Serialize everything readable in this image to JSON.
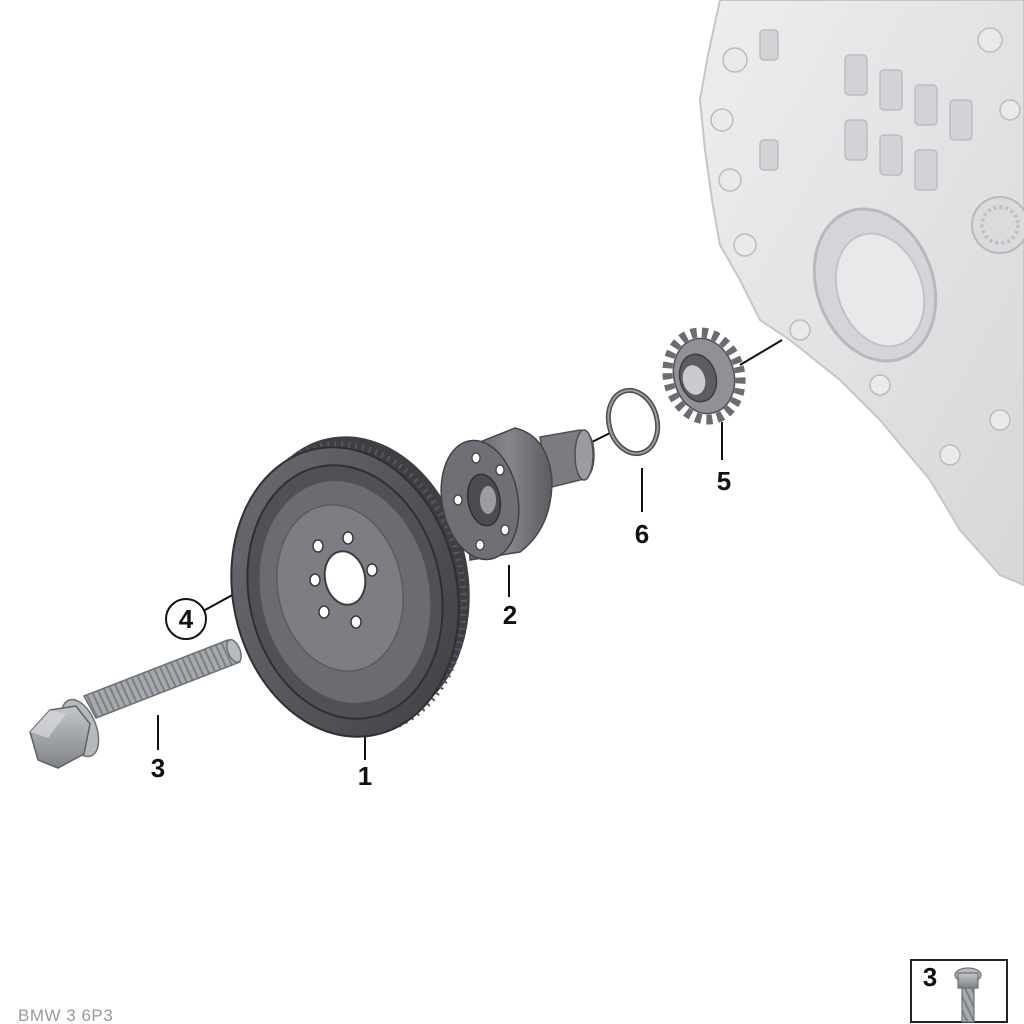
{
  "callouts": {
    "p1": "1",
    "p2": "2",
    "p3": "3",
    "p4": "4",
    "p5": "5",
    "p6": "6"
  },
  "inset": {
    "label": "3"
  },
  "footer": {
    "code": "BMW 3 6P3"
  },
  "colors": {
    "pulley": "#55575d",
    "hub": "#6a6c72",
    "engine": "#e2e3e5",
    "bolt": "#9a9da2",
    "ink": "#111111"
  }
}
